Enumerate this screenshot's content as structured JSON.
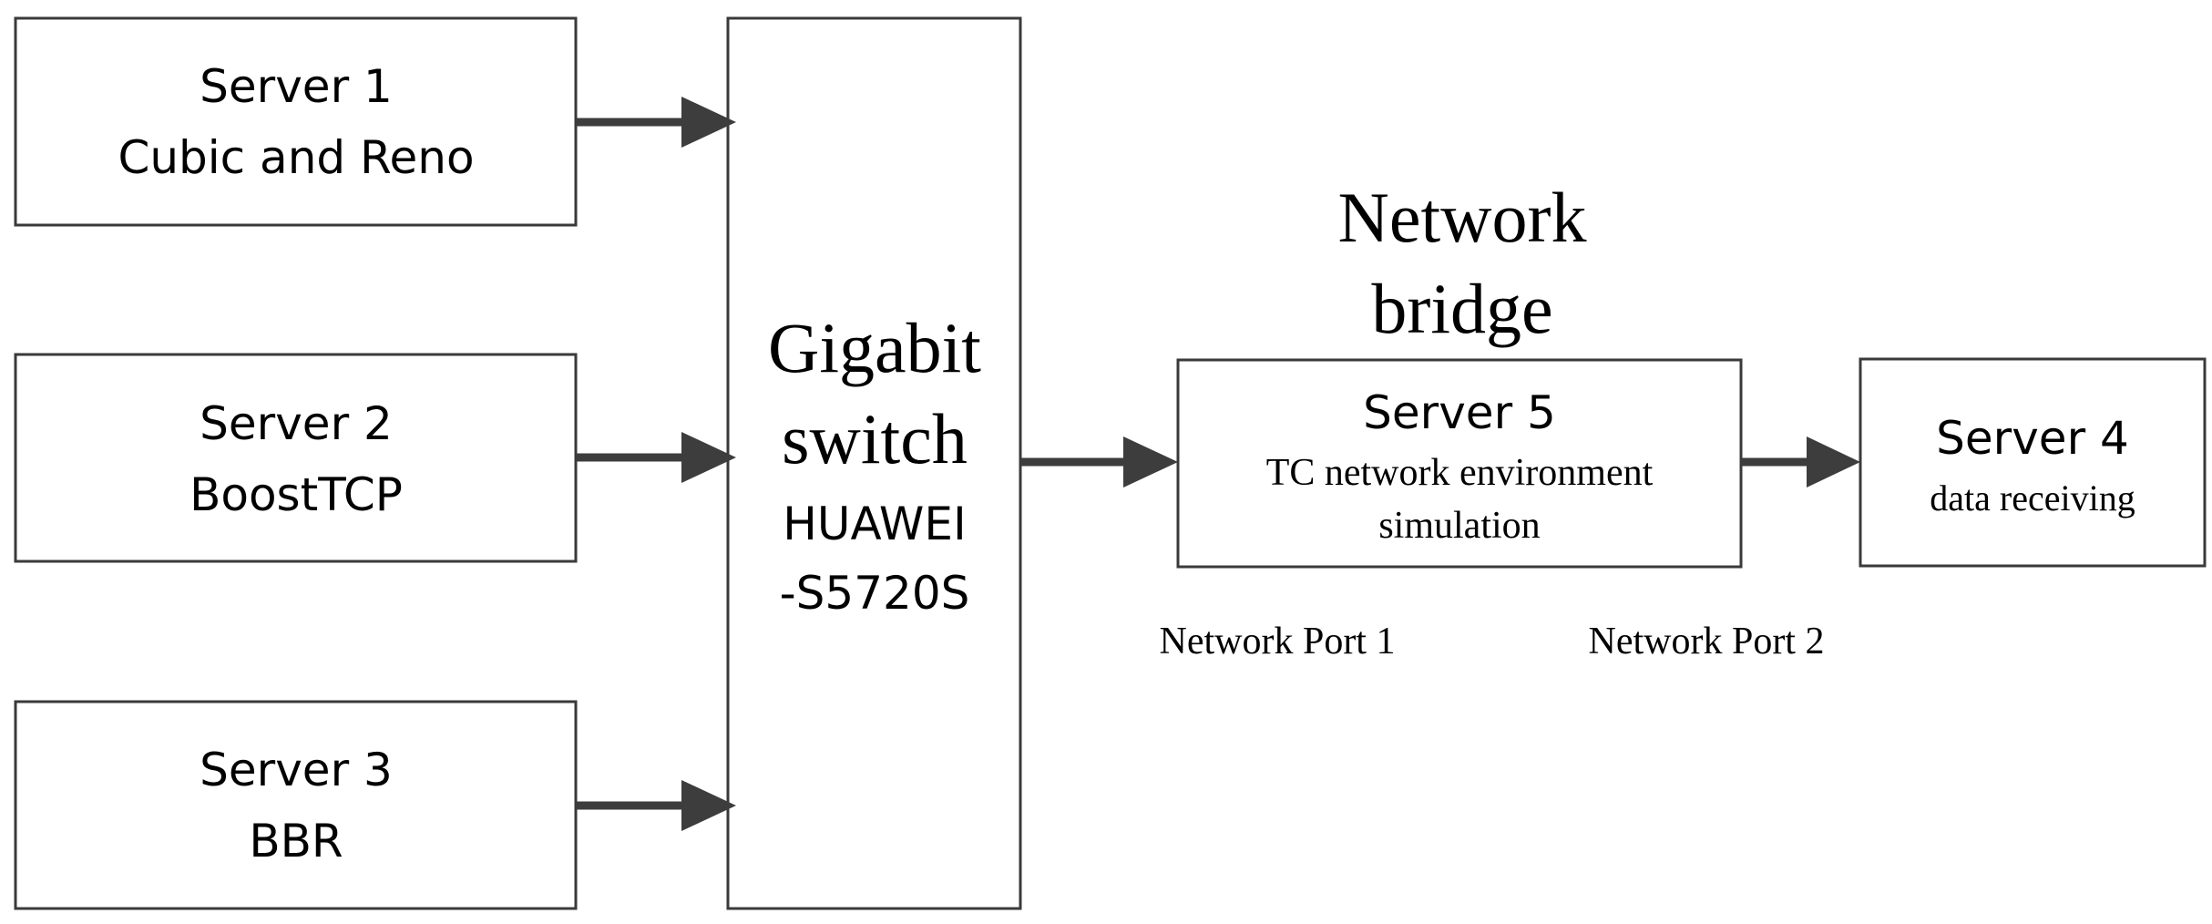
{
  "nodes": {
    "server1": {
      "line1": "Server 1",
      "line2": "Cubic and Reno"
    },
    "server2": {
      "line1": "Server 2",
      "line2": "BoostTCP"
    },
    "server3": {
      "line1": "Server 3",
      "line2": "BBR"
    },
    "switch": {
      "line1": "Gigabit",
      "line2": "switch",
      "line3": "HUAWEI",
      "line4": "-S5720S"
    },
    "server5": {
      "line1": "Server 5",
      "line2": "TC network environment",
      "line3": "simulation"
    },
    "server4": {
      "line1": "Server 4",
      "line2": "data receiving"
    }
  },
  "labels": {
    "bridge_line1": "Network",
    "bridge_line2": "bridge",
    "port1": "Network Port 1",
    "port2": "Network Port 2"
  },
  "edges": [
    {
      "from": "server1",
      "to": "switch"
    },
    {
      "from": "server2",
      "to": "switch"
    },
    {
      "from": "server3",
      "to": "switch"
    },
    {
      "from": "switch",
      "to": "server5"
    },
    {
      "from": "server5",
      "to": "server4"
    }
  ],
  "colors": {
    "stroke": "#3a3a3a",
    "arrow": "#3d3d3d",
    "text": "#000000"
  }
}
